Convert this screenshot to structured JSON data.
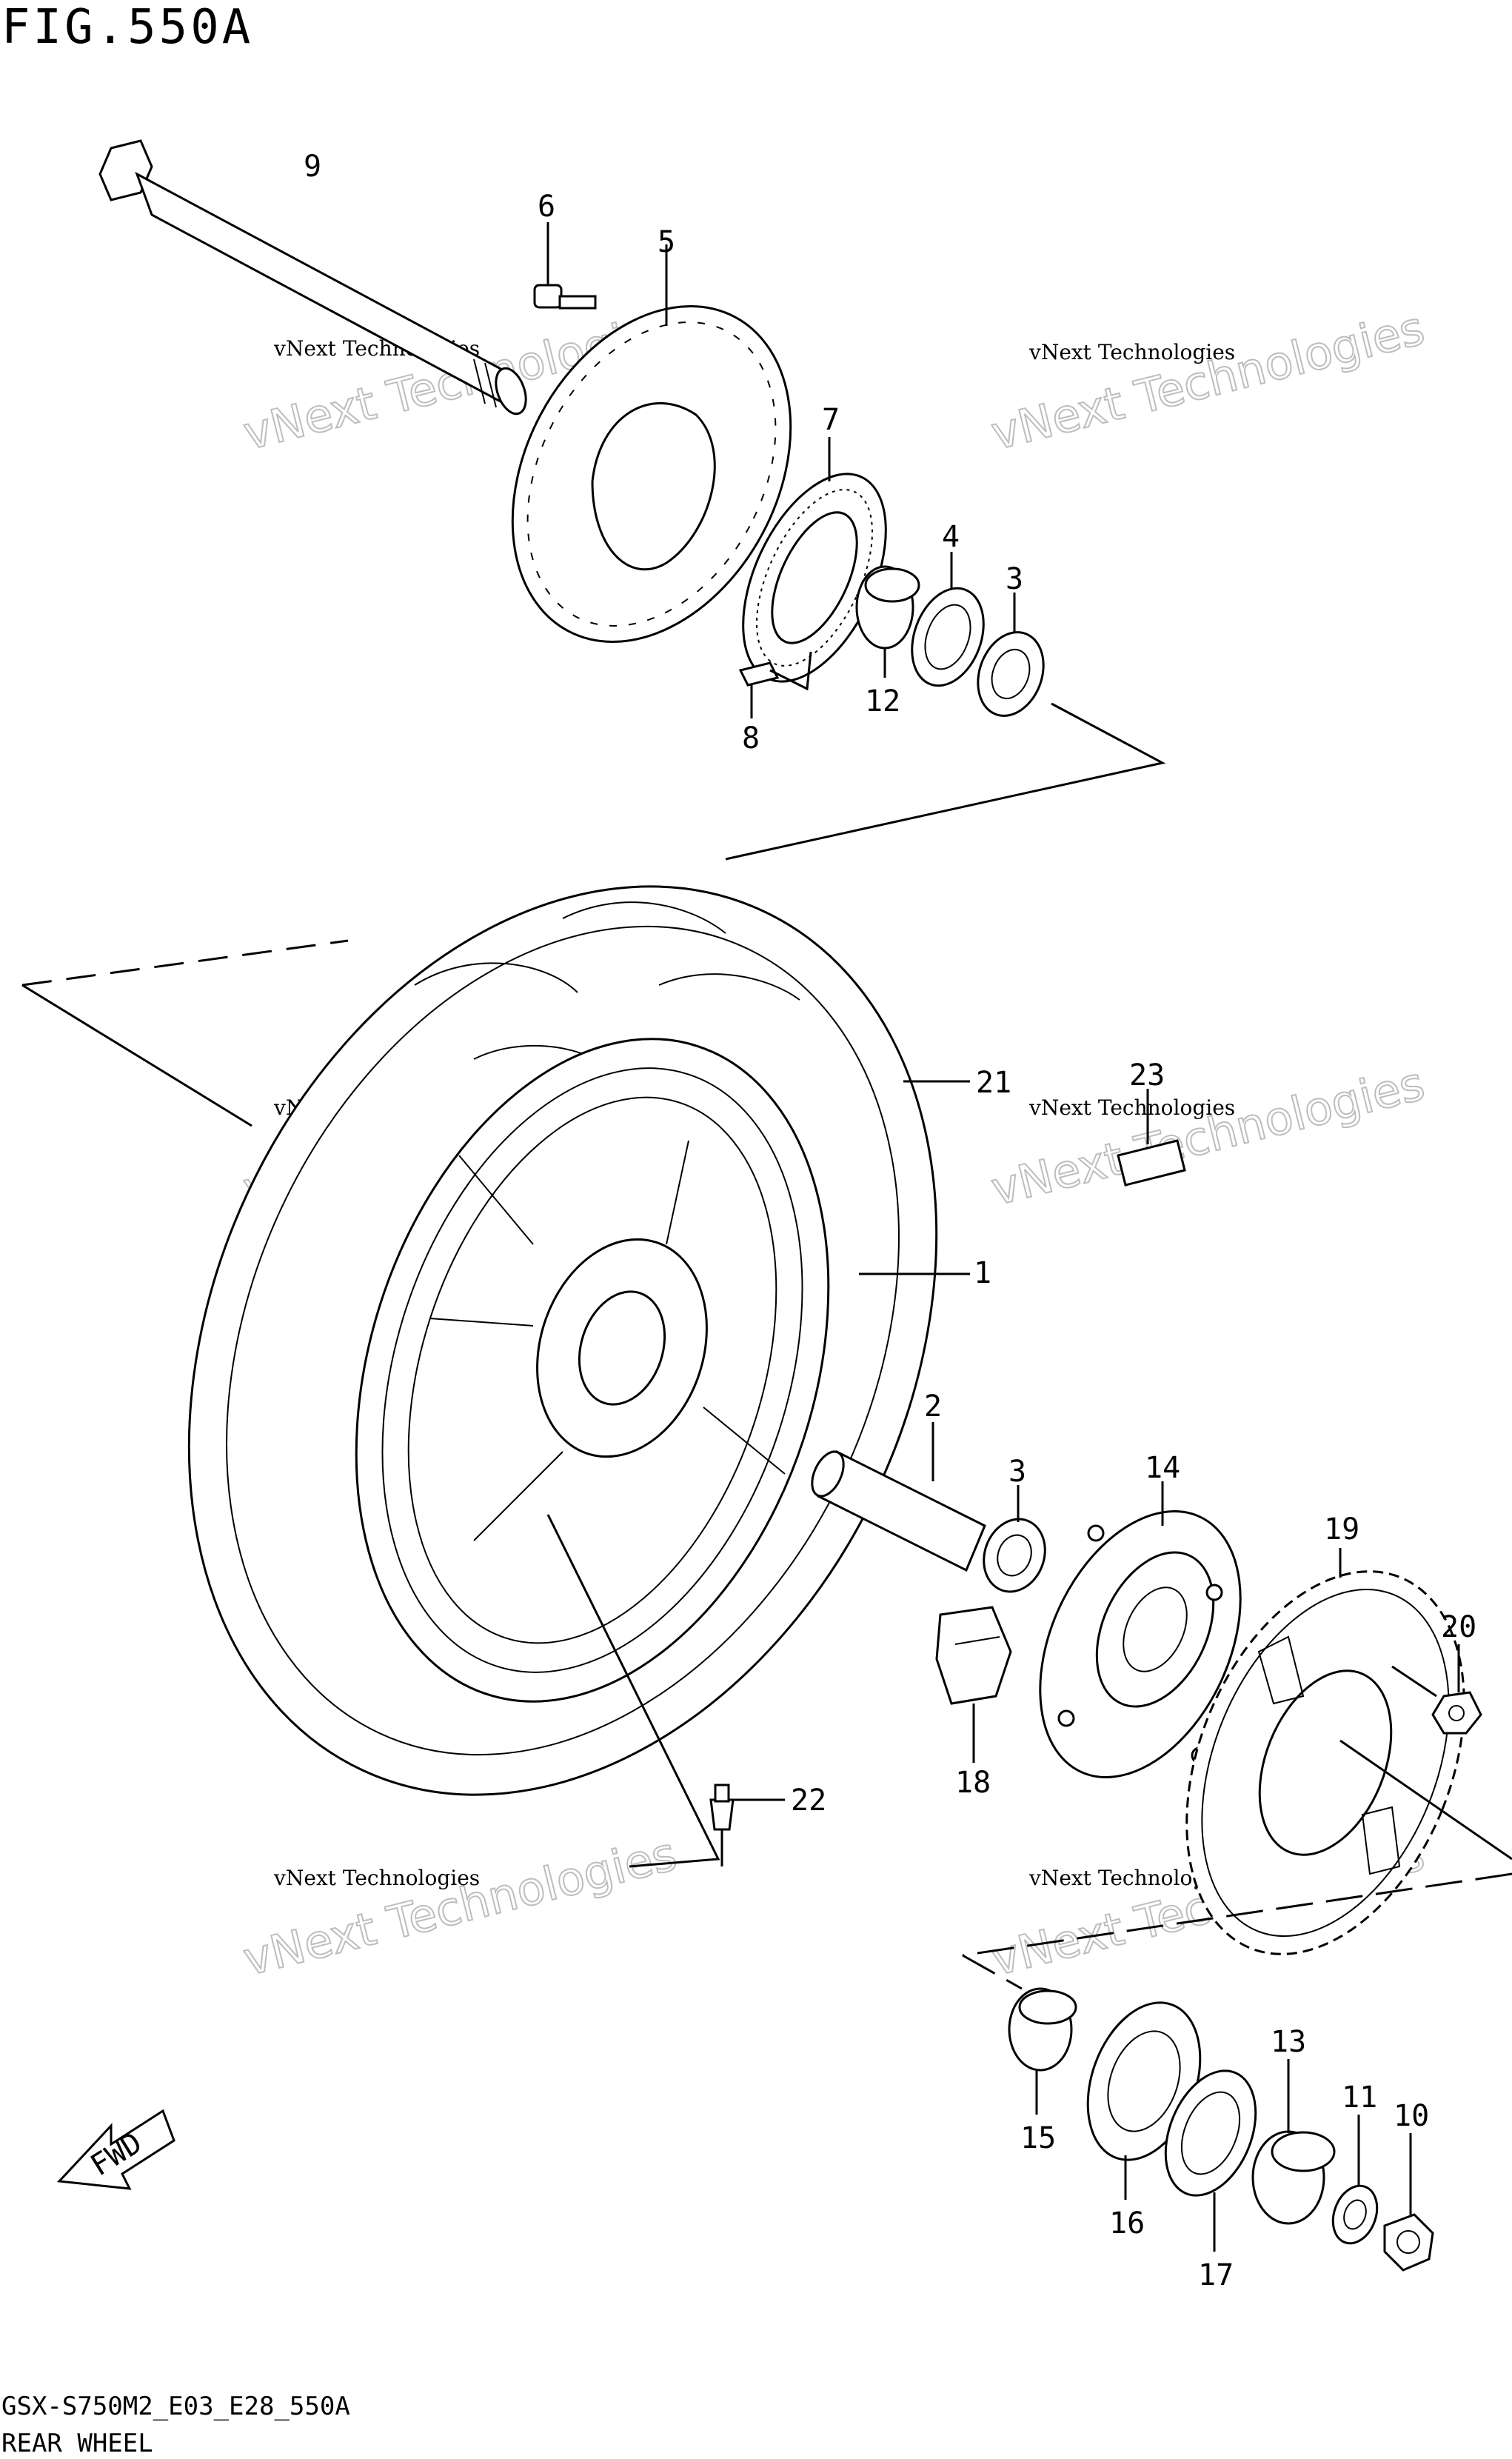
{
  "figure": {
    "title": "FIG.550A",
    "code": "GSX-S750M2_E03_E28_550A",
    "caption": "REAR WHEEL",
    "fwd_label": "FWD"
  },
  "watermark": {
    "line1": "vNext Technologies",
    "line2": "vNext Technologies"
  },
  "callouts": [
    {
      "id": "9",
      "text": "9"
    },
    {
      "id": "6",
      "text": "6"
    },
    {
      "id": "5",
      "text": "5"
    },
    {
      "id": "7",
      "text": "7"
    },
    {
      "id": "4",
      "text": "4"
    },
    {
      "id": "3a",
      "text": "3"
    },
    {
      "id": "12",
      "text": "12"
    },
    {
      "id": "8",
      "text": "8"
    },
    {
      "id": "21",
      "text": "21"
    },
    {
      "id": "23",
      "text": "23"
    },
    {
      "id": "1",
      "text": "1"
    },
    {
      "id": "2",
      "text": "2"
    },
    {
      "id": "3b",
      "text": "3"
    },
    {
      "id": "14",
      "text": "14"
    },
    {
      "id": "19",
      "text": "19"
    },
    {
      "id": "20",
      "text": "20"
    },
    {
      "id": "18",
      "text": "18"
    },
    {
      "id": "22",
      "text": "22"
    },
    {
      "id": "15",
      "text": "15"
    },
    {
      "id": "16",
      "text": "16"
    },
    {
      "id": "13",
      "text": "13"
    },
    {
      "id": "11",
      "text": "11"
    },
    {
      "id": "10",
      "text": "10"
    },
    {
      "id": "17",
      "text": "17"
    }
  ]
}
